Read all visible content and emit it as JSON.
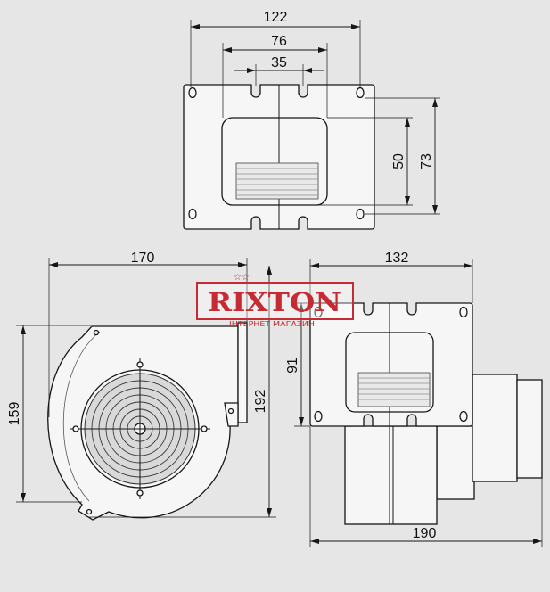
{
  "colors": {
    "background": "#e6e6e6",
    "line": "#161616",
    "part_fill": "#f6f6f6",
    "grille_fill": "#e9e9e9",
    "inlet_fill": "#d9d9d9",
    "logo_red": "#c62a32"
  },
  "logo": {
    "stars": "☆☆",
    "brand": "RIXTON",
    "tagline": "ІНТЕРНЕТ МАГАЗИН"
  },
  "flange_view": {
    "dimensions": {
      "horizontal_outer": "122",
      "horizontal_middle": "76",
      "horizontal_inner": "35",
      "vertical_inner": "50",
      "vertical_outer": "73"
    }
  },
  "side_view": {
    "dimensions": {
      "horizontal": "170",
      "vertical_left": "159",
      "vertical_right": "192"
    }
  },
  "outlet_view": {
    "dimensions": {
      "horizontal_top": "132",
      "vertical": "91",
      "horizontal_bottom": "190"
    }
  }
}
